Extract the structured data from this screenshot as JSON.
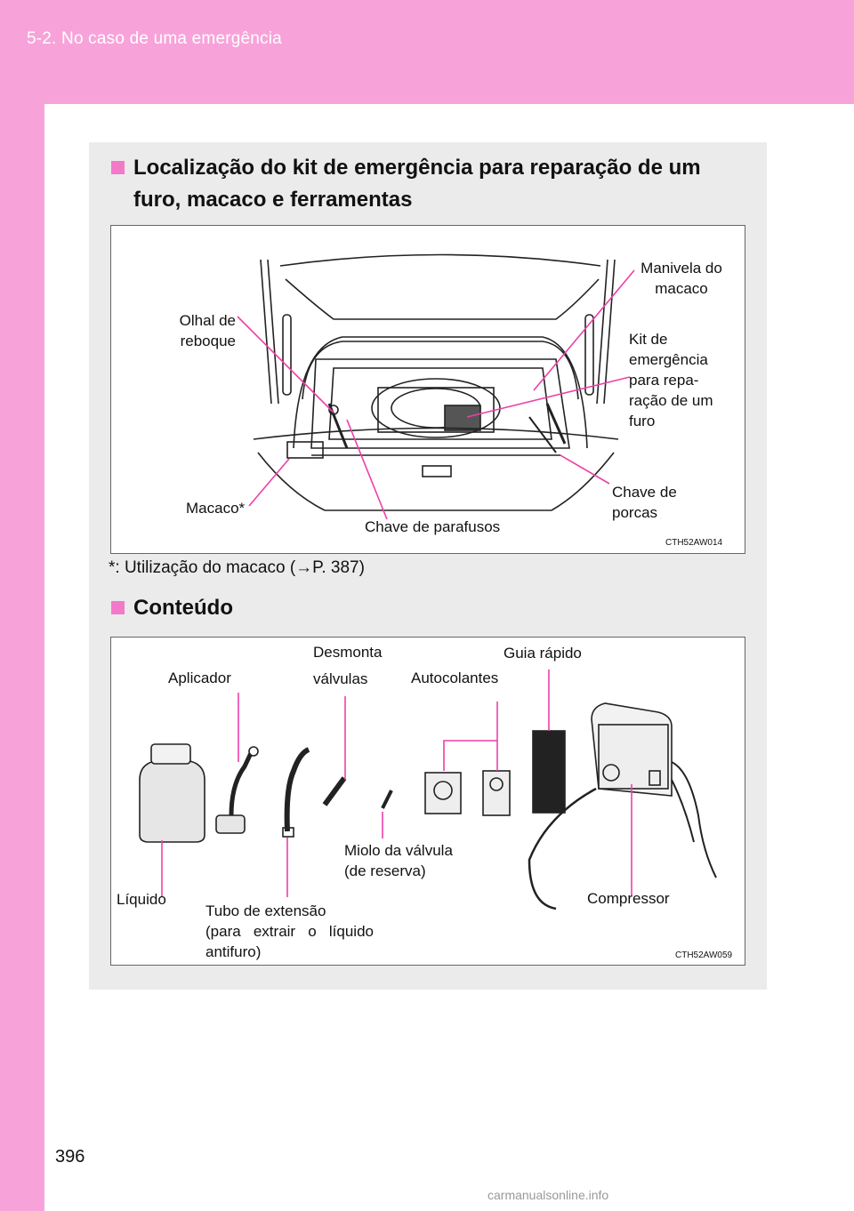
{
  "header": {
    "section": "5-2. No caso de uma emergência"
  },
  "page_number": "396",
  "section1": {
    "heading_line1": "Localização  do  kit  de  emergência  para  reparação  de  um",
    "heading_line2": "furo, macaco e ferramentas",
    "figure_code": "CTH52AW014",
    "labels": {
      "manivela1": "Manivela  do",
      "manivela2": "macaco",
      "olhal1": "Olhal de",
      "olhal2": "reboque",
      "kit1": "Kit de",
      "kit2": "emergência",
      "kit3": "para repa-",
      "kit4": "ração de um",
      "kit5": "furo",
      "chave_porcas1": "Chave  de",
      "chave_porcas2": "porcas",
      "macaco": "Macaco*",
      "chave_parafusos": "Chave de parafusos"
    }
  },
  "footnote": "*: Utilização do macaco (→P. 387)",
  "section2": {
    "heading": "Conteúdo",
    "figure_code": "CTH52AW059",
    "labels": {
      "desmonta1": "Desmonta",
      "desmonta2": "válvulas",
      "guia": "Guia rápido",
      "aplicador": "Aplicador",
      "autocolantes": "Autocolantes",
      "miolo1": "Miolo da válvula",
      "miolo2": "(de reserva)",
      "liquido": "Líquido",
      "tubo1": "Tubo de extensão",
      "tubo2": "(para   extrair   o   líquido",
      "tubo3": "antifuro)",
      "compressor": "Compressor"
    }
  },
  "watermark": "carmanualsonline.info",
  "colors": {
    "accent": "#f7a3da",
    "callout": "#ee3fa8",
    "panel": "#ebebeb"
  }
}
